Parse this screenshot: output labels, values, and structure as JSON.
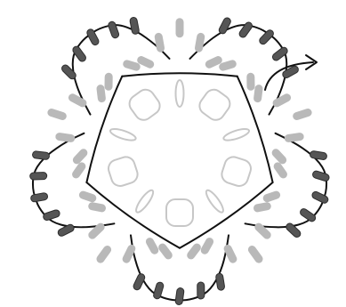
{
  "diagram": {
    "background": "#ffffff",
    "colors": {
      "outline": "#111111",
      "dark_bead": "#555555",
      "dark_bead_stroke": "#2e2e2e",
      "light_bead": "#b9b9b9",
      "inner_stroke": "#c7c7c7"
    },
    "outer_clusters": 5,
    "dark_beads_per_cluster": 5,
    "light_beads_per_cluster": 3,
    "light_pairs_per_gap": 2,
    "inner_ring_shapes": 10,
    "icons": [
      "curved-arrow-icon"
    ]
  }
}
